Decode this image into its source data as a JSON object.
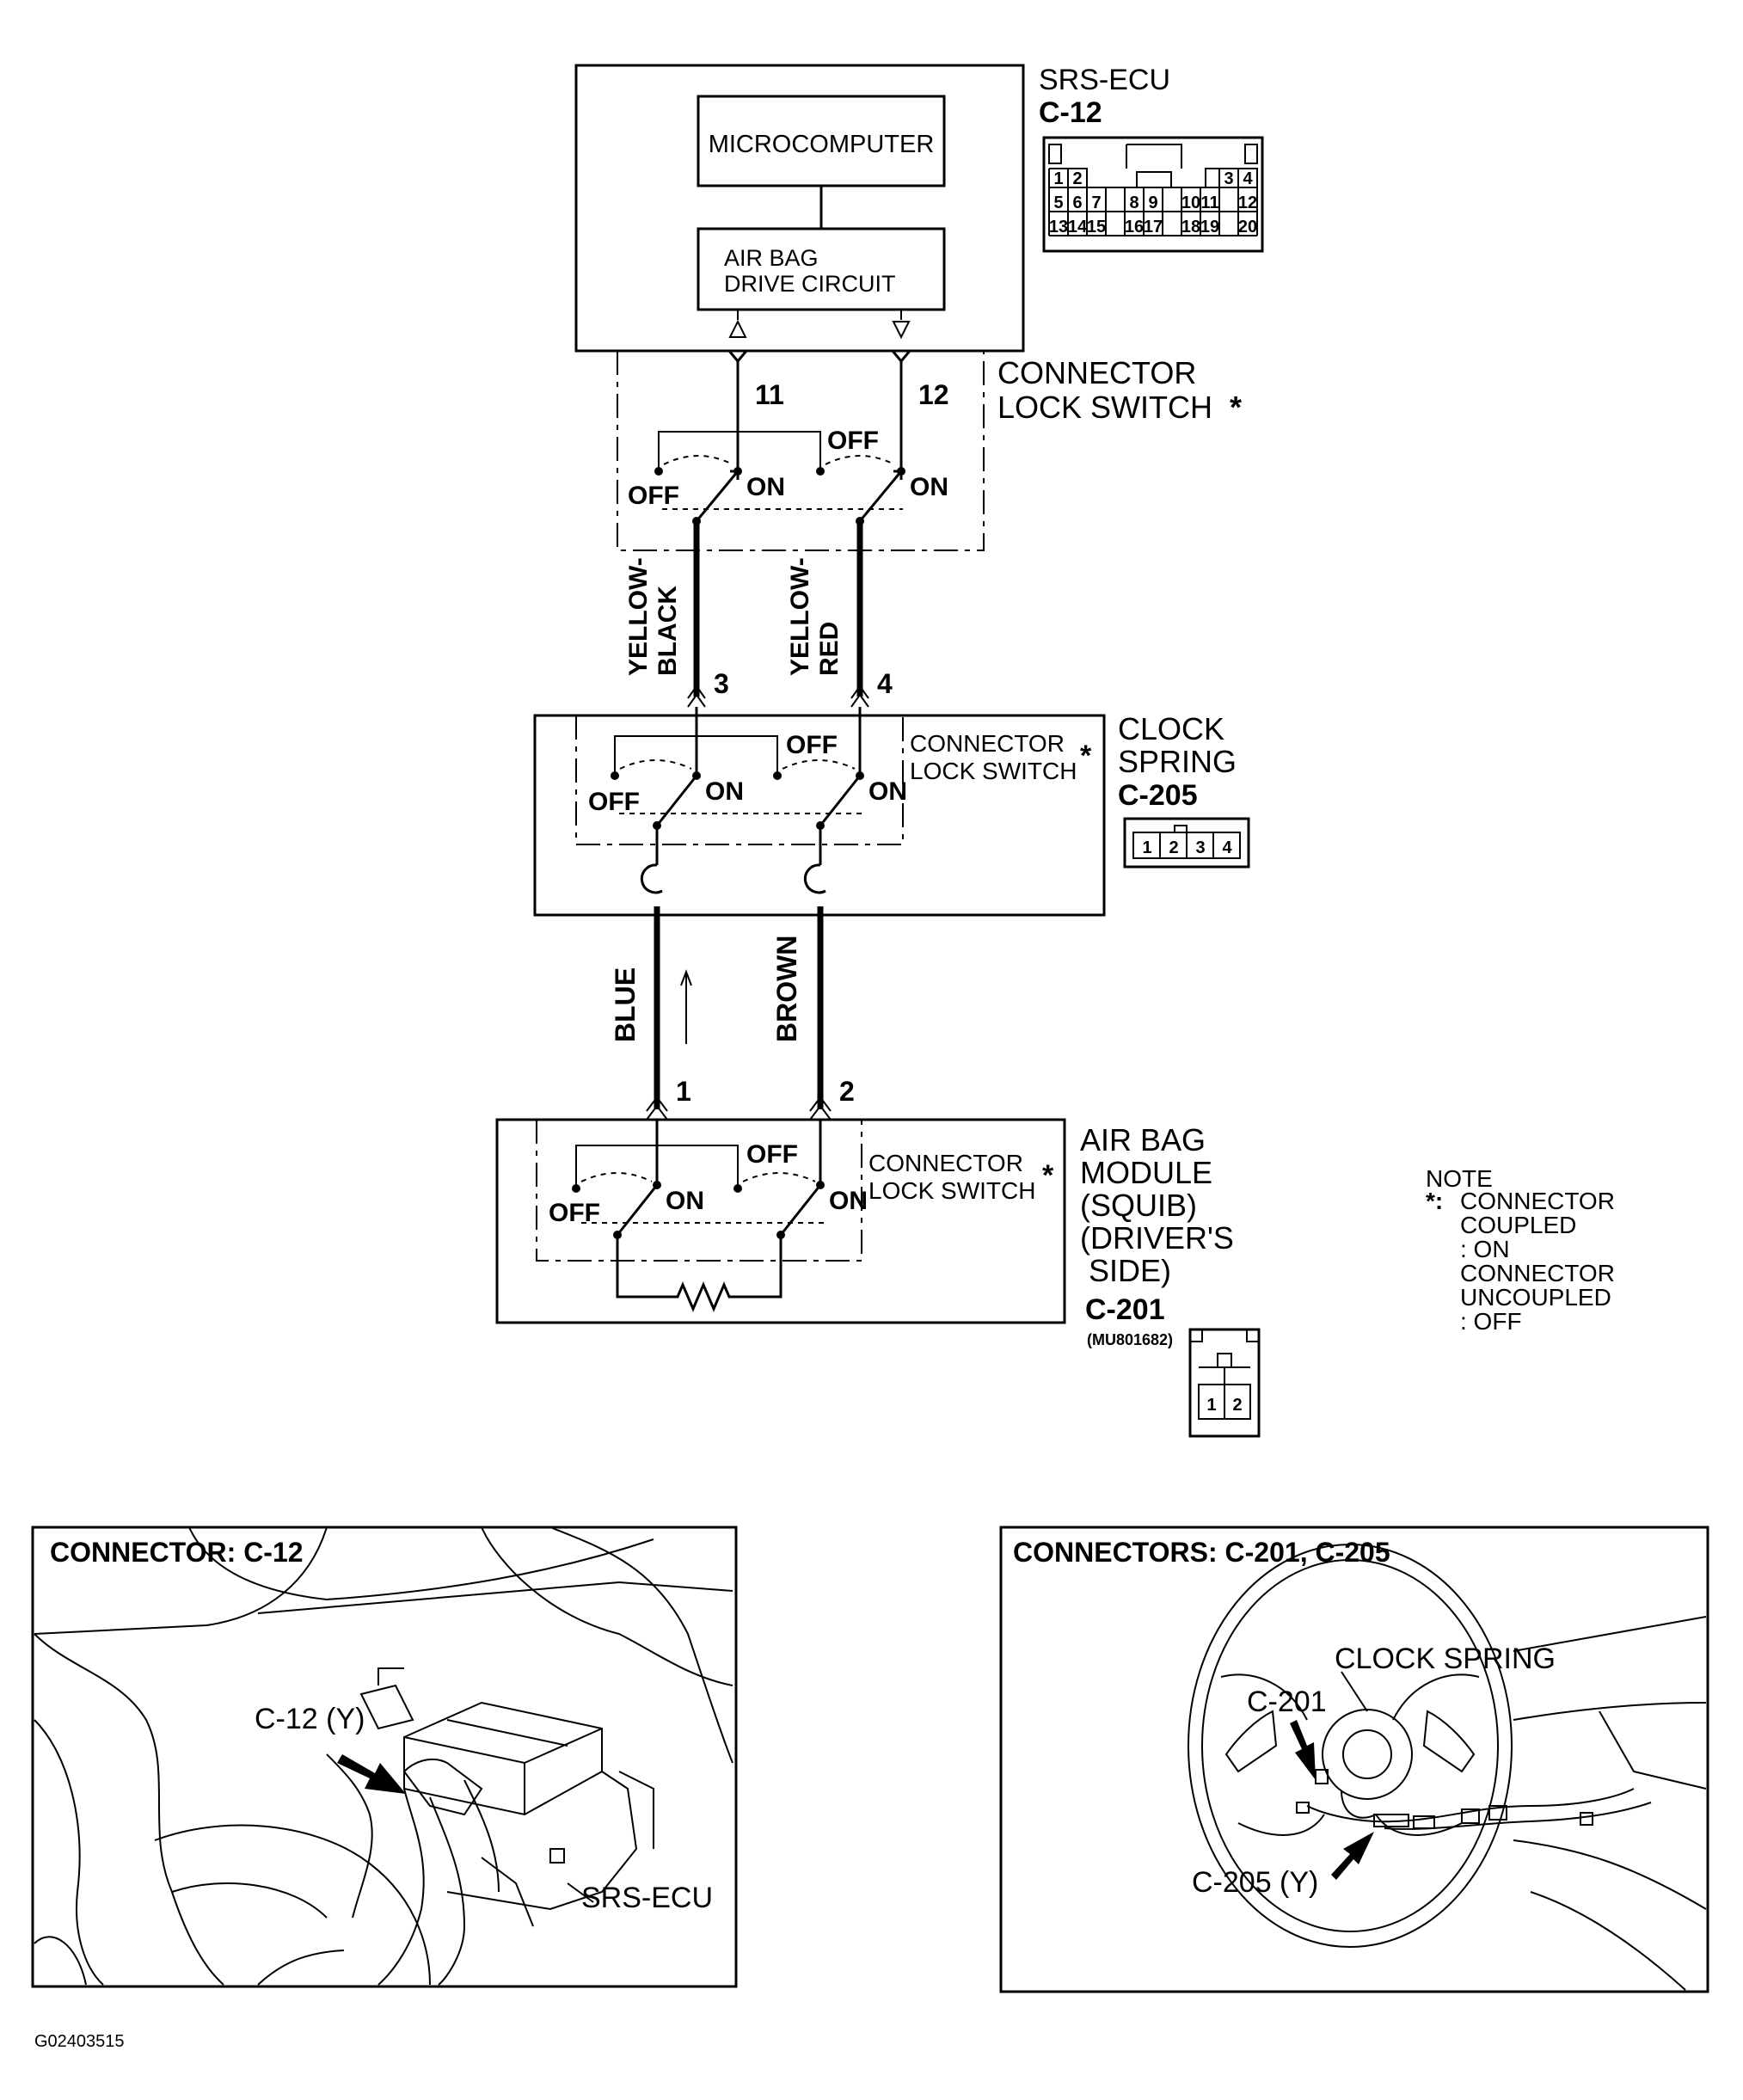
{
  "ecu": {
    "title": "SRS-ECU",
    "connector": "C-12",
    "microcomputer": "MICROCOMPUTER",
    "drive_circuit_line1": "AIR BAG",
    "drive_circuit_line2": "DRIVE CIRCUIT",
    "pins_row1": [
      "1",
      "2",
      "3",
      "4"
    ],
    "pins_row2": [
      "5",
      "6",
      "7",
      "8",
      "9",
      "10",
      "11",
      "12"
    ],
    "pins_row3": [
      "13",
      "14",
      "15",
      "16",
      "17",
      "18",
      "19",
      "20"
    ]
  },
  "ecu_switch": {
    "label_line1": "CONNECTOR",
    "label_line2": "LOCK SWITCH",
    "pin_left": "11",
    "pin_right": "12",
    "off": "OFF",
    "on": "ON"
  },
  "wires_upper": {
    "left_line1": "YELLOW-",
    "left_line2": "BLACK",
    "right_line1": "YELLOW-",
    "right_line2": "RED"
  },
  "clock_spring": {
    "label_line1": "CLOCK",
    "label_line2": "SPRING",
    "connector": "C-205",
    "switch_line1": "CONNECTOR",
    "switch_line2": "LOCK SWITCH",
    "pin_left": "3",
    "pin_right": "4",
    "pins": [
      "1",
      "2",
      "3",
      "4"
    ],
    "off": "OFF",
    "on": "ON"
  },
  "wires_lower": {
    "left": "BLUE",
    "right": "BROWN"
  },
  "airbag_module": {
    "line1": "AIR BAG",
    "line2": "MODULE",
    "line3": "(SQUIB)",
    "line4": "(DRIVER'S",
    "line5": "SIDE)",
    "connector": "C-201",
    "part_number": "(MU801682)",
    "switch_line1": "CONNECTOR",
    "switch_line2": "LOCK SWITCH",
    "pin_left": "1",
    "pin_right": "2",
    "pins": [
      "1",
      "2"
    ],
    "off": "OFF",
    "on": "ON"
  },
  "note": {
    "title": "NOTE",
    "star": "*:",
    "line1": "CONNECTOR",
    "line2": "COUPLED",
    "line3": ": ON",
    "line4": "CONNECTOR",
    "line5": "UNCOUPLED",
    "line6": ": OFF"
  },
  "panel_left": {
    "title": "CONNECTOR: C-12",
    "callout_connector": "C-12 (Y)",
    "callout_ecu": "SRS-ECU"
  },
  "panel_right": {
    "title": "CONNECTORS: C-201, C-205",
    "callout_clock": "CLOCK SPRING",
    "callout_c201": "C-201",
    "callout_c205": "C-205 (Y)"
  },
  "figure_id": "G02403515",
  "star": "*"
}
